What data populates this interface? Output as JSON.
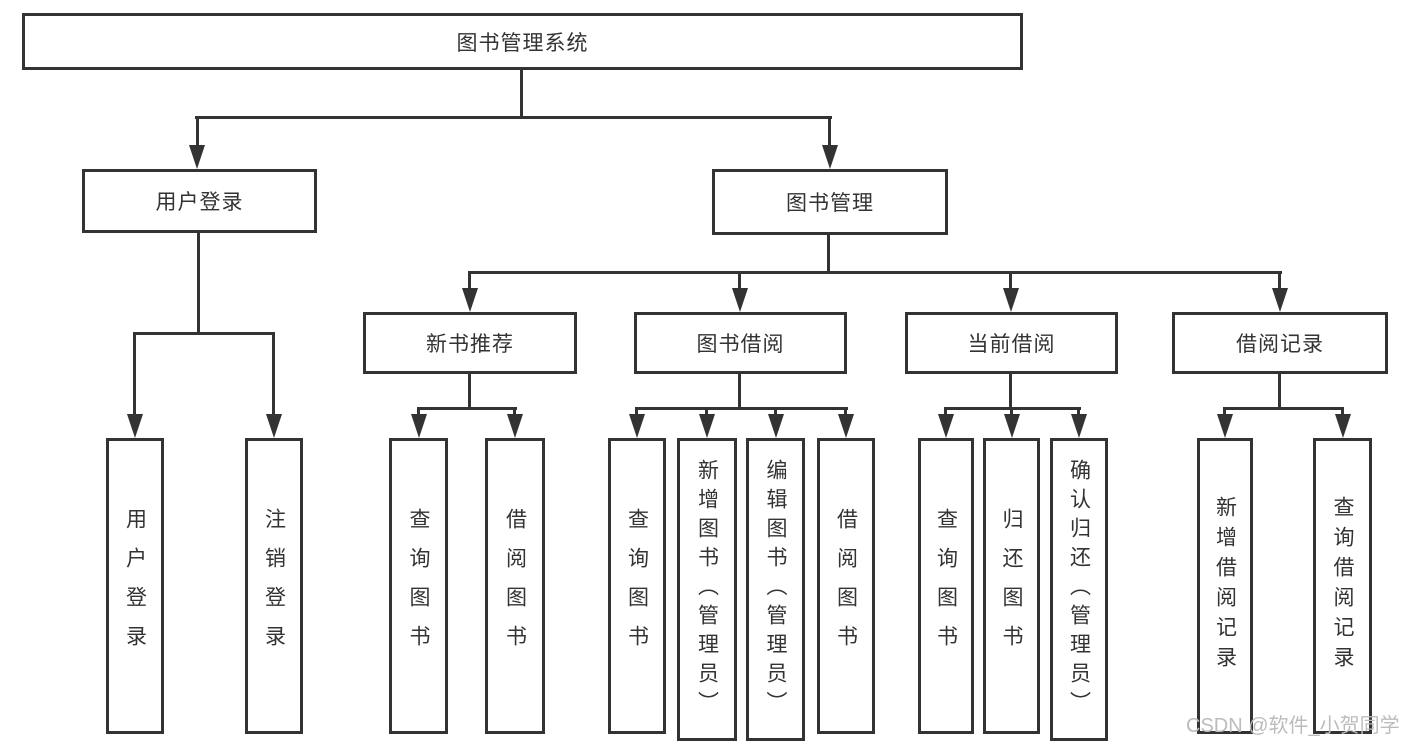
{
  "diagram": {
    "root": {
      "label": "图书管理系统"
    },
    "branches": [
      {
        "label": "用户登录",
        "children": [
          {
            "label": "用户登录"
          },
          {
            "label": "注销登录"
          }
        ]
      },
      {
        "label": "图书管理",
        "children": [
          {
            "label": "新书推荐",
            "children": [
              {
                "label": "查询图书"
              },
              {
                "label": "借阅图书"
              }
            ]
          },
          {
            "label": "图书借阅",
            "children": [
              {
                "label": "查询图书"
              },
              {
                "label": "新增图书（管理员）"
              },
              {
                "label": "编辑图书（管理员）"
              },
              {
                "label": "借阅图书"
              }
            ]
          },
          {
            "label": "当前借阅",
            "children": [
              {
                "label": "查询图书"
              },
              {
                "label": "归还图书"
              },
              {
                "label": "确认归还（管理员）"
              }
            ]
          },
          {
            "label": "借阅记录",
            "children": [
              {
                "label": "新增借阅记录"
              },
              {
                "label": "查询借阅记录"
              }
            ]
          }
        ]
      }
    ]
  },
  "watermark": {
    "text": "CSDN @软件_小贺同学"
  },
  "colors": {
    "line": "#333333",
    "text": "#333333",
    "watermark": "#bcbcbc",
    "background": "#ffffff"
  }
}
